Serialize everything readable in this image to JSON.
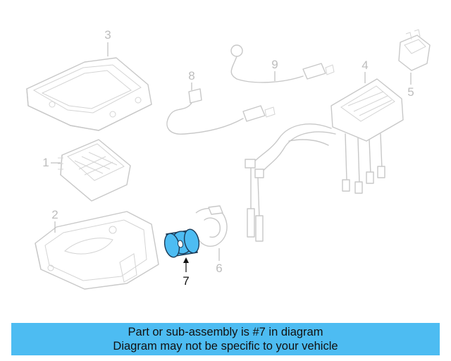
{
  "diagram": {
    "callouts": [
      {
        "number": "1"
      },
      {
        "number": "2"
      },
      {
        "number": "3"
      },
      {
        "number": "4"
      },
      {
        "number": "5"
      },
      {
        "number": "6"
      },
      {
        "number": "7"
      },
      {
        "number": "8"
      },
      {
        "number": "9"
      }
    ],
    "highlighted_part": "7",
    "highlight_color": "#4dbcf2",
    "muted_line_color": "#c8c8c8"
  },
  "banner": {
    "line1": "Part or sub-assembly is #7 in diagram",
    "line2": "Diagram may not be specific to your vehicle",
    "background": "#4dbcf2"
  }
}
